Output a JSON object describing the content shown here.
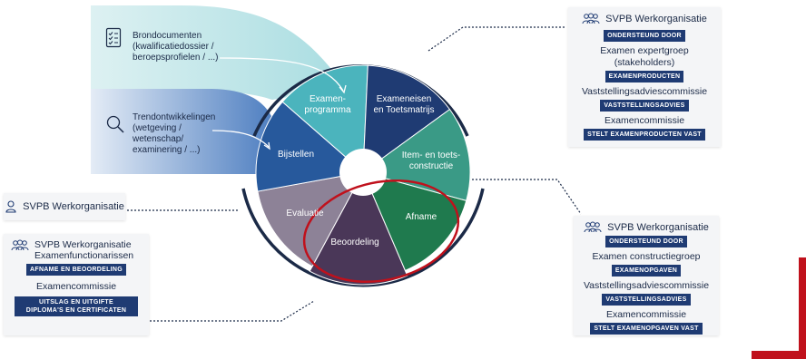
{
  "sources": [
    {
      "lines": [
        "Brondocumenten",
        "(kwalificatiedossier /",
        "beroepsprofielen / ...)"
      ],
      "icon": "document-checklist-icon"
    },
    {
      "lines": [
        "Trendontwikkelingen",
        "(wetgeving /",
        "wetenschap/",
        "examinering / ...)"
      ],
      "icon": "magnifier-icon"
    }
  ],
  "cycle": {
    "segments": [
      {
        "label_lines": [
          "Examen-",
          "programma"
        ],
        "color": "#4bb4bd"
      },
      {
        "label_lines": [
          "Exameneisen",
          "en Toetsmatrijs"
        ],
        "color": "#1f3b73"
      },
      {
        "label_lines": [
          "Item- en toets-",
          "constructie"
        ],
        "color": "#3a9a86"
      },
      {
        "label_lines": [
          "Afname"
        ],
        "color": "#1f7a4e"
      },
      {
        "label_lines": [
          "Beoordeling"
        ],
        "color": "#4a3758"
      },
      {
        "label_lines": [
          "Evaluatie"
        ],
        "color": "#8d8297"
      },
      {
        "label_lines": [
          "Bijstellen"
        ],
        "color": "#27599c"
      }
    ],
    "highlight_color": "#c0111c"
  },
  "left_small_card": {
    "title": "SVPB Werkorganisatie",
    "icon": "person-icon"
  },
  "left_card": {
    "title_lines": [
      "SVPB Werkorganisatie",
      "Examenfunctionarissen"
    ],
    "icon": "people-group-icon",
    "badge1": "AFNAME EN BEOORDELING",
    "line2": "Examencommissie",
    "badge2_lines": [
      "UITSLAG EN UITGIFTE",
      "DIPLOMA'S EN CERTIFICATEN"
    ]
  },
  "right_top_card": {
    "title": "SVPB Werkorganisatie",
    "icon": "people-group-icon",
    "badge1": "ONDERSTEUND DOOR",
    "group_lines": [
      "Examen expertgroep",
      "(stakeholders)"
    ],
    "badge2": "EXAMENPRODUCTEN",
    "line3": "Vaststellingsadviescommissie",
    "badge3": "VASTSTELLINGSADVIES",
    "line4": "Examencommissie",
    "badge4": "STELT EXAMENPRODUCTEN VAST"
  },
  "right_bottom_card": {
    "title": "SVPB Werkorganisatie",
    "icon": "people-group-icon",
    "badge1": "ONDERSTEUND DOOR",
    "line2": "Examen constructiegroep",
    "badge2": "EXAMENOPGAVEN",
    "line3": "Vaststellingsadviescommissie",
    "badge3": "VASTSTELLINGSADVIES",
    "line4": "Examencommissie",
    "badge4": "STELT EXAMENOPGAVEN VAST"
  },
  "colors": {
    "navy": "#1b2a47",
    "badge": "#1f3b73",
    "accent_red": "#c0111c",
    "light_band": "#b9e1e5",
    "dark_band": "#5b86c2"
  }
}
